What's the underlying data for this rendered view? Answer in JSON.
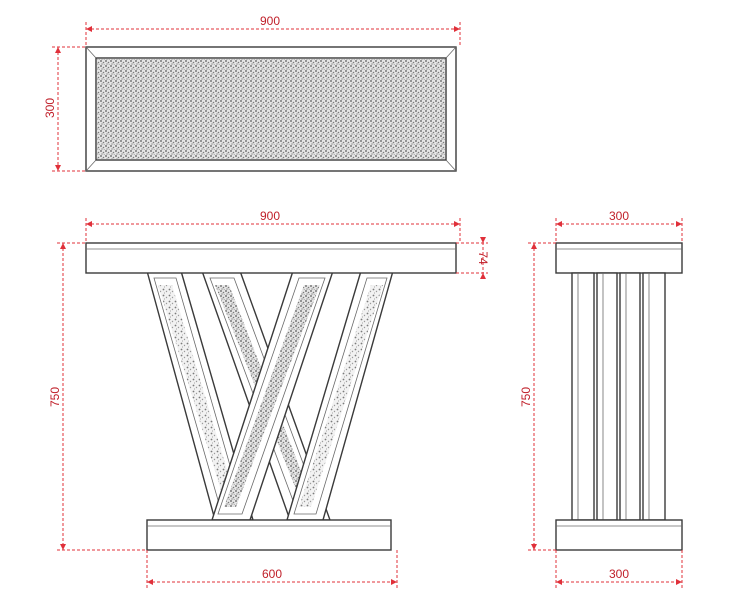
{
  "dimensions": {
    "top_width": "900",
    "top_depth": "300",
    "front_width": "900",
    "top_thickness": "74",
    "front_height": "750",
    "base_width": "600",
    "side_top_depth": "300",
    "side_height": "750",
    "side_base_depth": "300"
  },
  "colors": {
    "dimension": "#e0303a",
    "outline": "#3a3a3a"
  }
}
